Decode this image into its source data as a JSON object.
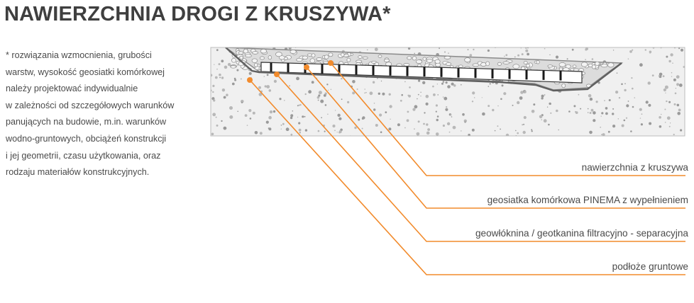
{
  "title": "NAWIERZCHNIA DROGI Z KRUSZYWA*",
  "note": {
    "lines": [
      "* rozwiązania wzmocnienia, grubości",
      "warstw, wysokość geosiatki komórkowej",
      "należy projektować indywidualnie",
      "w zależności od szczegółowych warunków",
      "panujących na budowie, m.in. warunków",
      "wodno-gruntowych, obciążeń konstrukcji",
      "i jej geometrii, czasu użytkowania, oraz",
      "rodzaju materiałów konstrukcyjnych."
    ]
  },
  "labels": [
    "nawierzchnia z kruszywa",
    "geosiatka komórkowa PINEMA z wypełnieniem",
    "geowłóknina / geotkanina filtracyjno - separacyjna",
    "podłoże gruntowe"
  ],
  "colors": {
    "accent": "#f28b2c",
    "text": "#4a4a4a",
    "title": "#3f3f3f",
    "soil": "#f0f0f0",
    "aggregate": "#dcdcdc",
    "outline": "#8a8a8a",
    "geotextile": "#606060"
  }
}
